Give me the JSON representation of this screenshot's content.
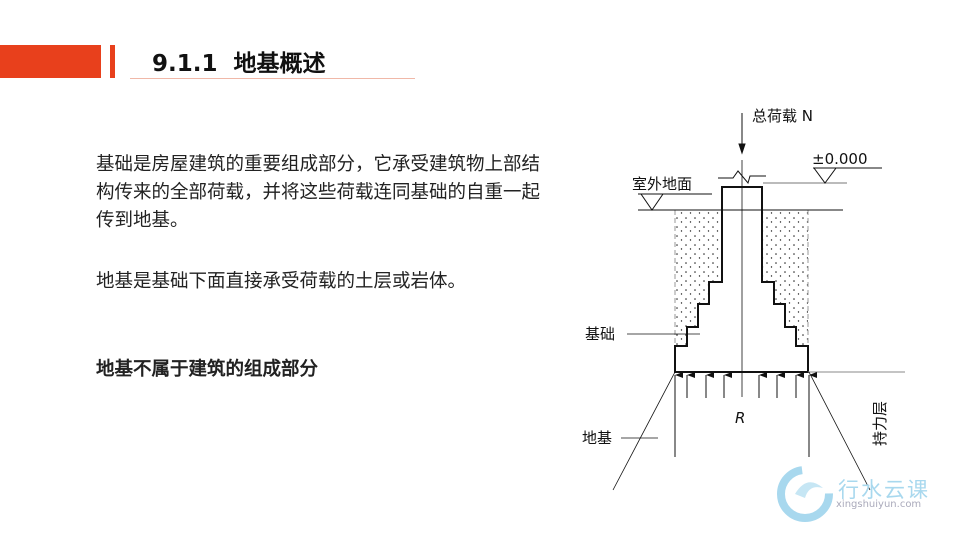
{
  "header": {
    "title": "9.1.1  地基概述"
  },
  "content": {
    "paragraph1": "基础是房屋建筑的重要组成部分，它承受建筑物上部结构传来的全部荷载，并将这些荷载连同基础的自重一起传到地基。",
    "paragraph2": "地基是基础下面直接承受荷载的土层或岩体。",
    "paragraph3": "地基不属于建筑的组成部分"
  },
  "diagram": {
    "load_label": "总荷载 N",
    "elevation_label": "±0.000",
    "outdoor_ground_label": "室外地面",
    "foundation_label": "基础",
    "subgrade_label": "地基",
    "reaction_label": "R",
    "bearing_layer_label": "持力层"
  },
  "watermark": {
    "brand": "行水云课",
    "url": "xingshuiyun.com"
  },
  "colors": {
    "accent": "#e8401c"
  }
}
